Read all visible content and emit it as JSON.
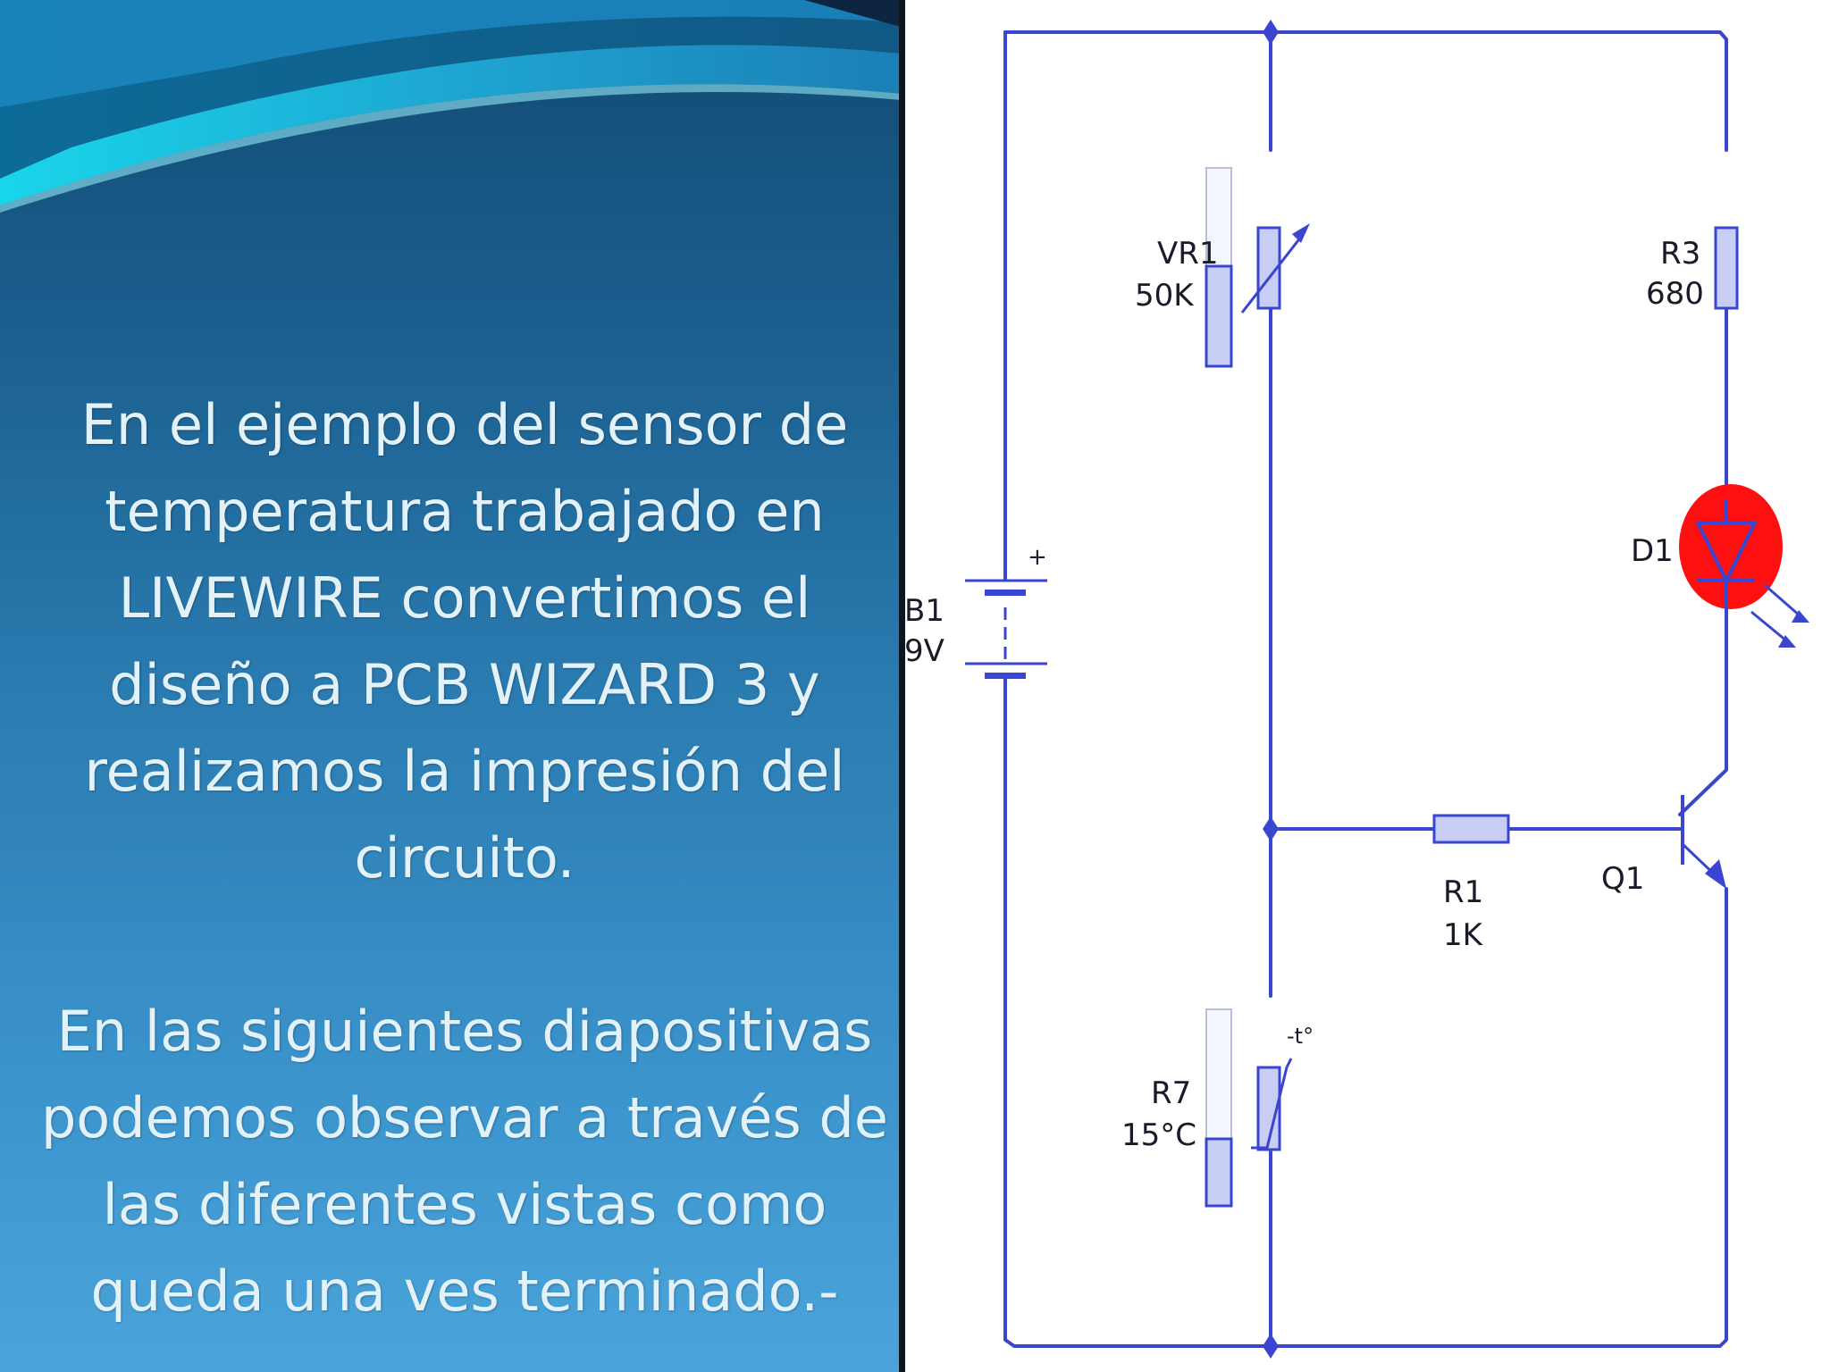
{
  "slide": {
    "paragraphs": [
      "En el ejemplo del sensor de temperatura trabajado en LIVEWIRE convertimos el diseño a PCB WIZARD 3 y realizamos la impresión  del circuito.",
      "En las siguientes diapositivas podemos observar a través de las diferentes vistas como queda una ves terminado.-"
    ]
  },
  "circuit": {
    "wire_color": "#3a46d0",
    "component_fill": "#c8cdf4",
    "led_color": "#ff1010",
    "components": {
      "vr1": {
        "ref": "VR1",
        "value": "50K"
      },
      "r3": {
        "ref": "R3",
        "value": "680"
      },
      "b1": {
        "ref": "B1",
        "value": "9V",
        "polarity": "+"
      },
      "d1": {
        "ref": "D1"
      },
      "r1": {
        "ref": "R1",
        "value": "1K"
      },
      "q1": {
        "ref": "Q1"
      },
      "r7": {
        "ref": "R7",
        "value": "15°C",
        "marker": "-t°"
      }
    }
  }
}
